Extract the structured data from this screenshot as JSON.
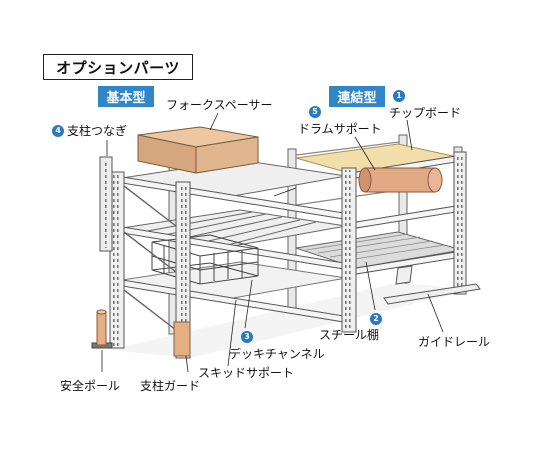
{
  "title": "オプションパーツ",
  "tags": {
    "basic": "基本型",
    "linked": "連結型"
  },
  "callouts": {
    "one": {
      "num": "1",
      "text": "チップボード"
    },
    "two": {
      "num": "2",
      "text": "スチール棚"
    },
    "three": {
      "num": "3",
      "text": "デッキチャンネル"
    },
    "four": {
      "num": "4",
      "text": "支柱つなぎ"
    },
    "five": {
      "num": "5",
      "text": "ドラムサポート"
    }
  },
  "labels": {
    "fork_spacer": "フォークスペーサー",
    "skid_support": "スキッドサポート",
    "guide_rail": "ガイドレール",
    "safety_pole": "安全ポール",
    "column_guard": "支柱ガード"
  },
  "colors": {
    "accent": "#2f86c8",
    "badge": "#2a78c0",
    "frame": "#e8e8e8",
    "box": "#d9b08c",
    "drum": "#e2a985",
    "chipboard": "#f2deaa"
  }
}
